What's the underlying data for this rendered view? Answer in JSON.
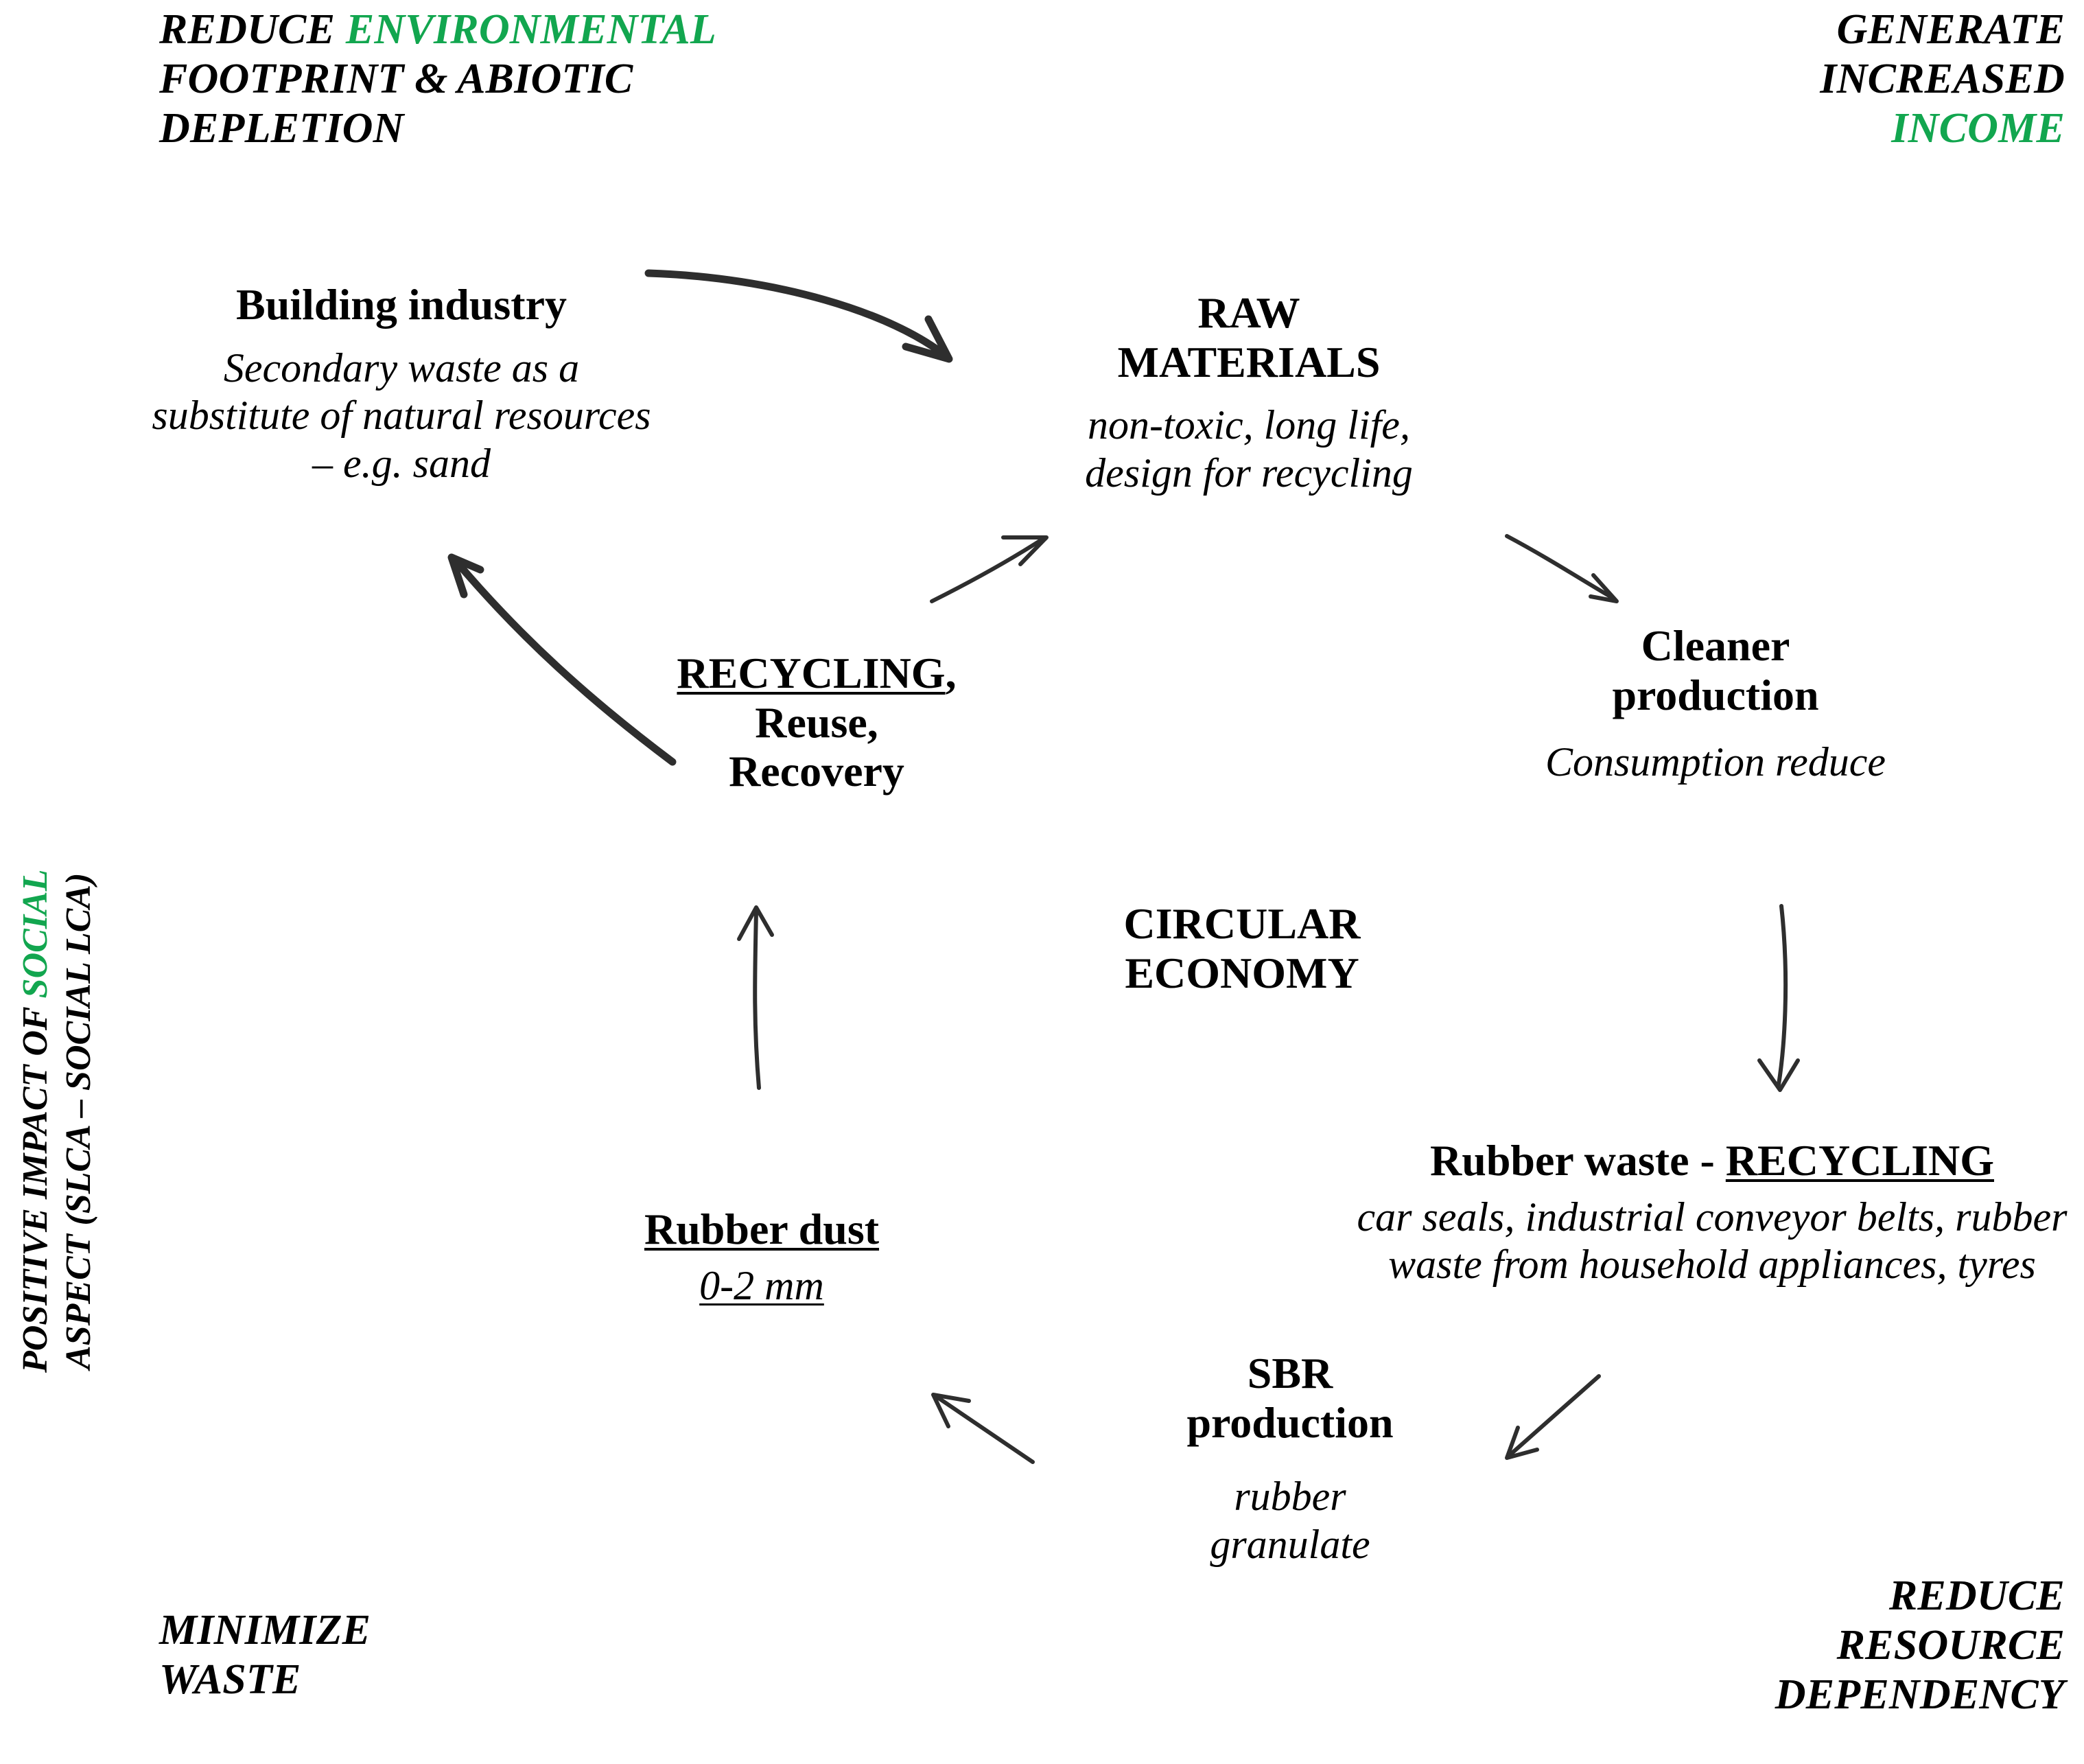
{
  "diagram": {
    "center_label": "CIRCULAR\nECONOMY",
    "center_label_line1": "CIRCULAR",
    "center_label_line2": "ECONOMY"
  },
  "slogans": {
    "top_left": {
      "line1_black": "REDUCE ",
      "line1_green": "ENVIRONMENTAL",
      "line2": "FOOTPRINT & ABIOTIC",
      "line3": "DEPLETION"
    },
    "top_right": {
      "line1": "GENERATE",
      "line2": "INCREASED",
      "line3_green": "INCOME"
    },
    "bottom_left": {
      "line1": "MINIMIZE",
      "line2": "WASTE"
    },
    "bottom_right": {
      "line1": "REDUCE",
      "line2": "RESOURCE",
      "line3": "DEPENDENCY"
    }
  },
  "side_label": {
    "line1_prefix": "POSITIVE IMPACT OF ",
    "line1_green": "SOCIAL",
    "line2": "ASPECT (SLCA – SOCIAL LCA)"
  },
  "nodes": {
    "building_industry": {
      "title": "Building industry",
      "subtitle": "Secondary waste as a substitute of natural resources – e.g. sand"
    },
    "raw_materials": {
      "title_line1": "RAW",
      "title_line2": "MATERIALS",
      "subtitle": "non-toxic, long life, design for recycling"
    },
    "cleaner_production": {
      "title_line1": "Cleaner",
      "title_line2": "production",
      "subtitle": "Consumption reduce"
    },
    "rubber_waste_recycling": {
      "title_plain": "Rubber waste - ",
      "title_underlined": "RECYCLING",
      "subtitle": "car seals, industrial conveyor belts, rubber waste from household appliances, tyres"
    },
    "sbr_production": {
      "title_line1": "SBR",
      "title_line2": "production",
      "subtitle_line1": "rubber",
      "subtitle_line2": "granulate"
    },
    "rubber_dust": {
      "title": "Rubber dust",
      "subtitle": "0-2 mm"
    },
    "recycling_reuse_recovery": {
      "title_underlined": "RECYCLING",
      "title_comma": ",",
      "line2": "Reuse,",
      "line3": "Recovery"
    }
  },
  "colors": {
    "accent_green": "#12a64f",
    "text": "#000000",
    "arrow": "#2b2b2b",
    "background": "#ffffff"
  },
  "arrows": [
    {
      "name": "building-industry-to-raw-materials",
      "from": "building_industry",
      "to": "raw_materials",
      "style": "thick-curved"
    },
    {
      "name": "raw-materials-to-cleaner-production",
      "from": "raw_materials",
      "to": "cleaner_production",
      "style": "thin-curved"
    },
    {
      "name": "cleaner-production-to-rubber-waste",
      "from": "cleaner_production",
      "to": "rubber_waste_recycling",
      "style": "thin-vertical"
    },
    {
      "name": "rubber-waste-to-sbr-production",
      "from": "rubber_waste_recycling",
      "to": "sbr_production",
      "style": "thin-diagonal"
    },
    {
      "name": "sbr-production-to-rubber-dust",
      "from": "sbr_production",
      "to": "rubber_dust",
      "style": "thin-diagonal"
    },
    {
      "name": "rubber-dust-to-recycling",
      "from": "rubber_dust",
      "to": "recycling_reuse_recovery",
      "style": "thin-vertical"
    },
    {
      "name": "recycling-to-raw-materials",
      "from": "recycling_reuse_recovery",
      "to": "raw_materials",
      "style": "thin-curved"
    },
    {
      "name": "recycling-to-building-industry",
      "from": "recycling_reuse_recovery",
      "to": "building_industry",
      "style": "thick-curved"
    }
  ]
}
